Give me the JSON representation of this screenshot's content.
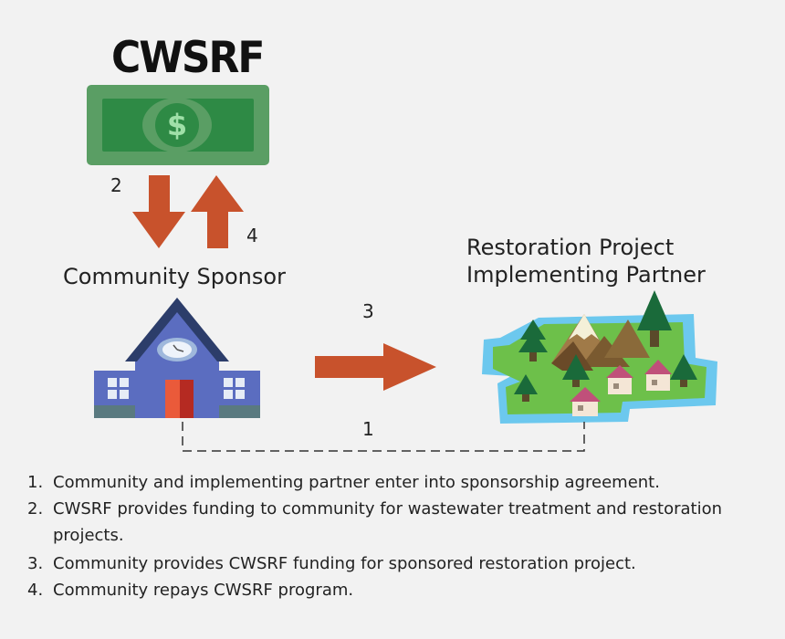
{
  "title": "CWSRF",
  "money_symbol": "$",
  "labels": {
    "sponsor": "Community Sponsor",
    "partner_line1": "Restoration Project",
    "partner_line2": "Implementing Partner"
  },
  "step_numbers": {
    "n2": "2",
    "n4": "4",
    "n3": "3",
    "n1": "1"
  },
  "legend": [
    {
      "num": "1.",
      "text": "Community and implementing partner enter into sponsorship agreement."
    },
    {
      "num": "2.",
      "text": "CWSRF provides funding to community for wastewater treatment and restoration projects."
    },
    {
      "num": "3.",
      "text": "Community provides CWSRF funding for sponsored restoration project."
    },
    {
      "num": "4.",
      "text": "Community repays CWSRF program."
    }
  ],
  "colors": {
    "arrow": "#c8522c",
    "money_dark": "#2e8a45",
    "money_light": "#5a9e64",
    "building_blue": "#5b6dc0",
    "roof": "#2c3d6a",
    "land_green": "#6dc04a",
    "water": "#6cc8ee"
  },
  "icons": [
    "money-bill-icon",
    "school-building-icon",
    "landscape-map-icon"
  ]
}
